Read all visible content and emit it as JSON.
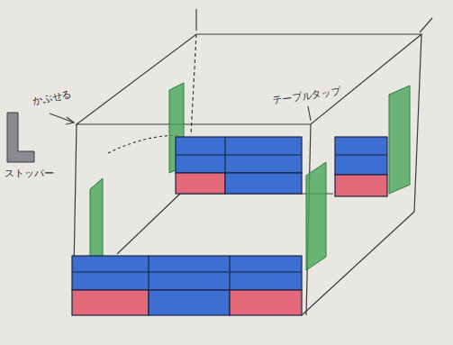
{
  "diagram": {
    "labels": [
      "かぶせる",
      "テーブルタップ",
      "ストッパー"
    ]
  }
}
